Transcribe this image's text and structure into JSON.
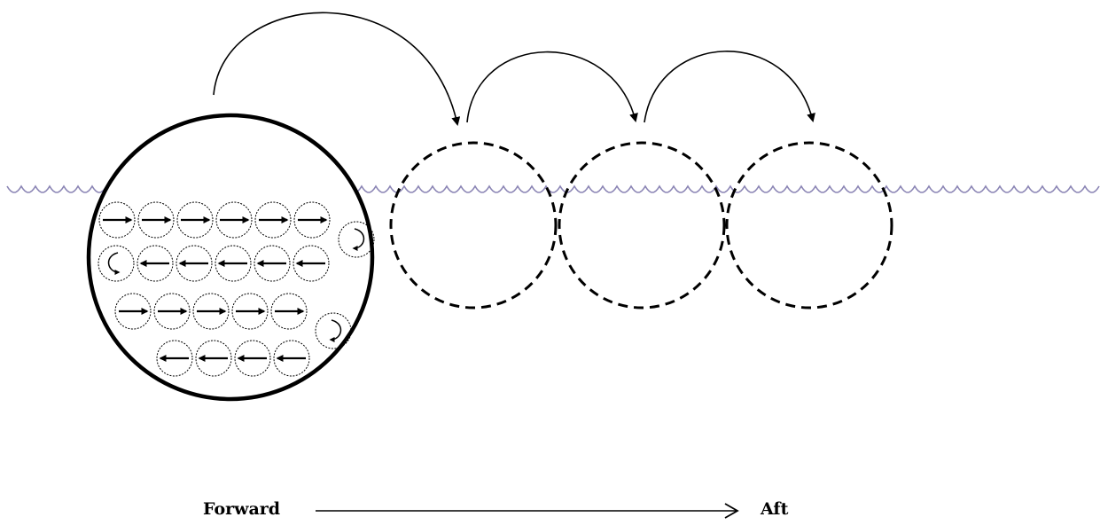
{
  "labels": {
    "start": "Forward",
    "end": "Aft"
  },
  "colors": {
    "water_line": "#8a84b4",
    "stroke": "#000000"
  },
  "main_circle": {
    "rows": [
      {
        "direction": "right",
        "count": 6,
        "turn": "clockwise-down"
      },
      {
        "direction": "left",
        "count": 5,
        "turn_start": "counterclockwise-down"
      },
      {
        "direction": "right",
        "count": 5,
        "turn": "clockwise-down"
      },
      {
        "direction": "left",
        "count": 4
      }
    ]
  },
  "ghost_positions": 3,
  "hop_arrows": 3
}
